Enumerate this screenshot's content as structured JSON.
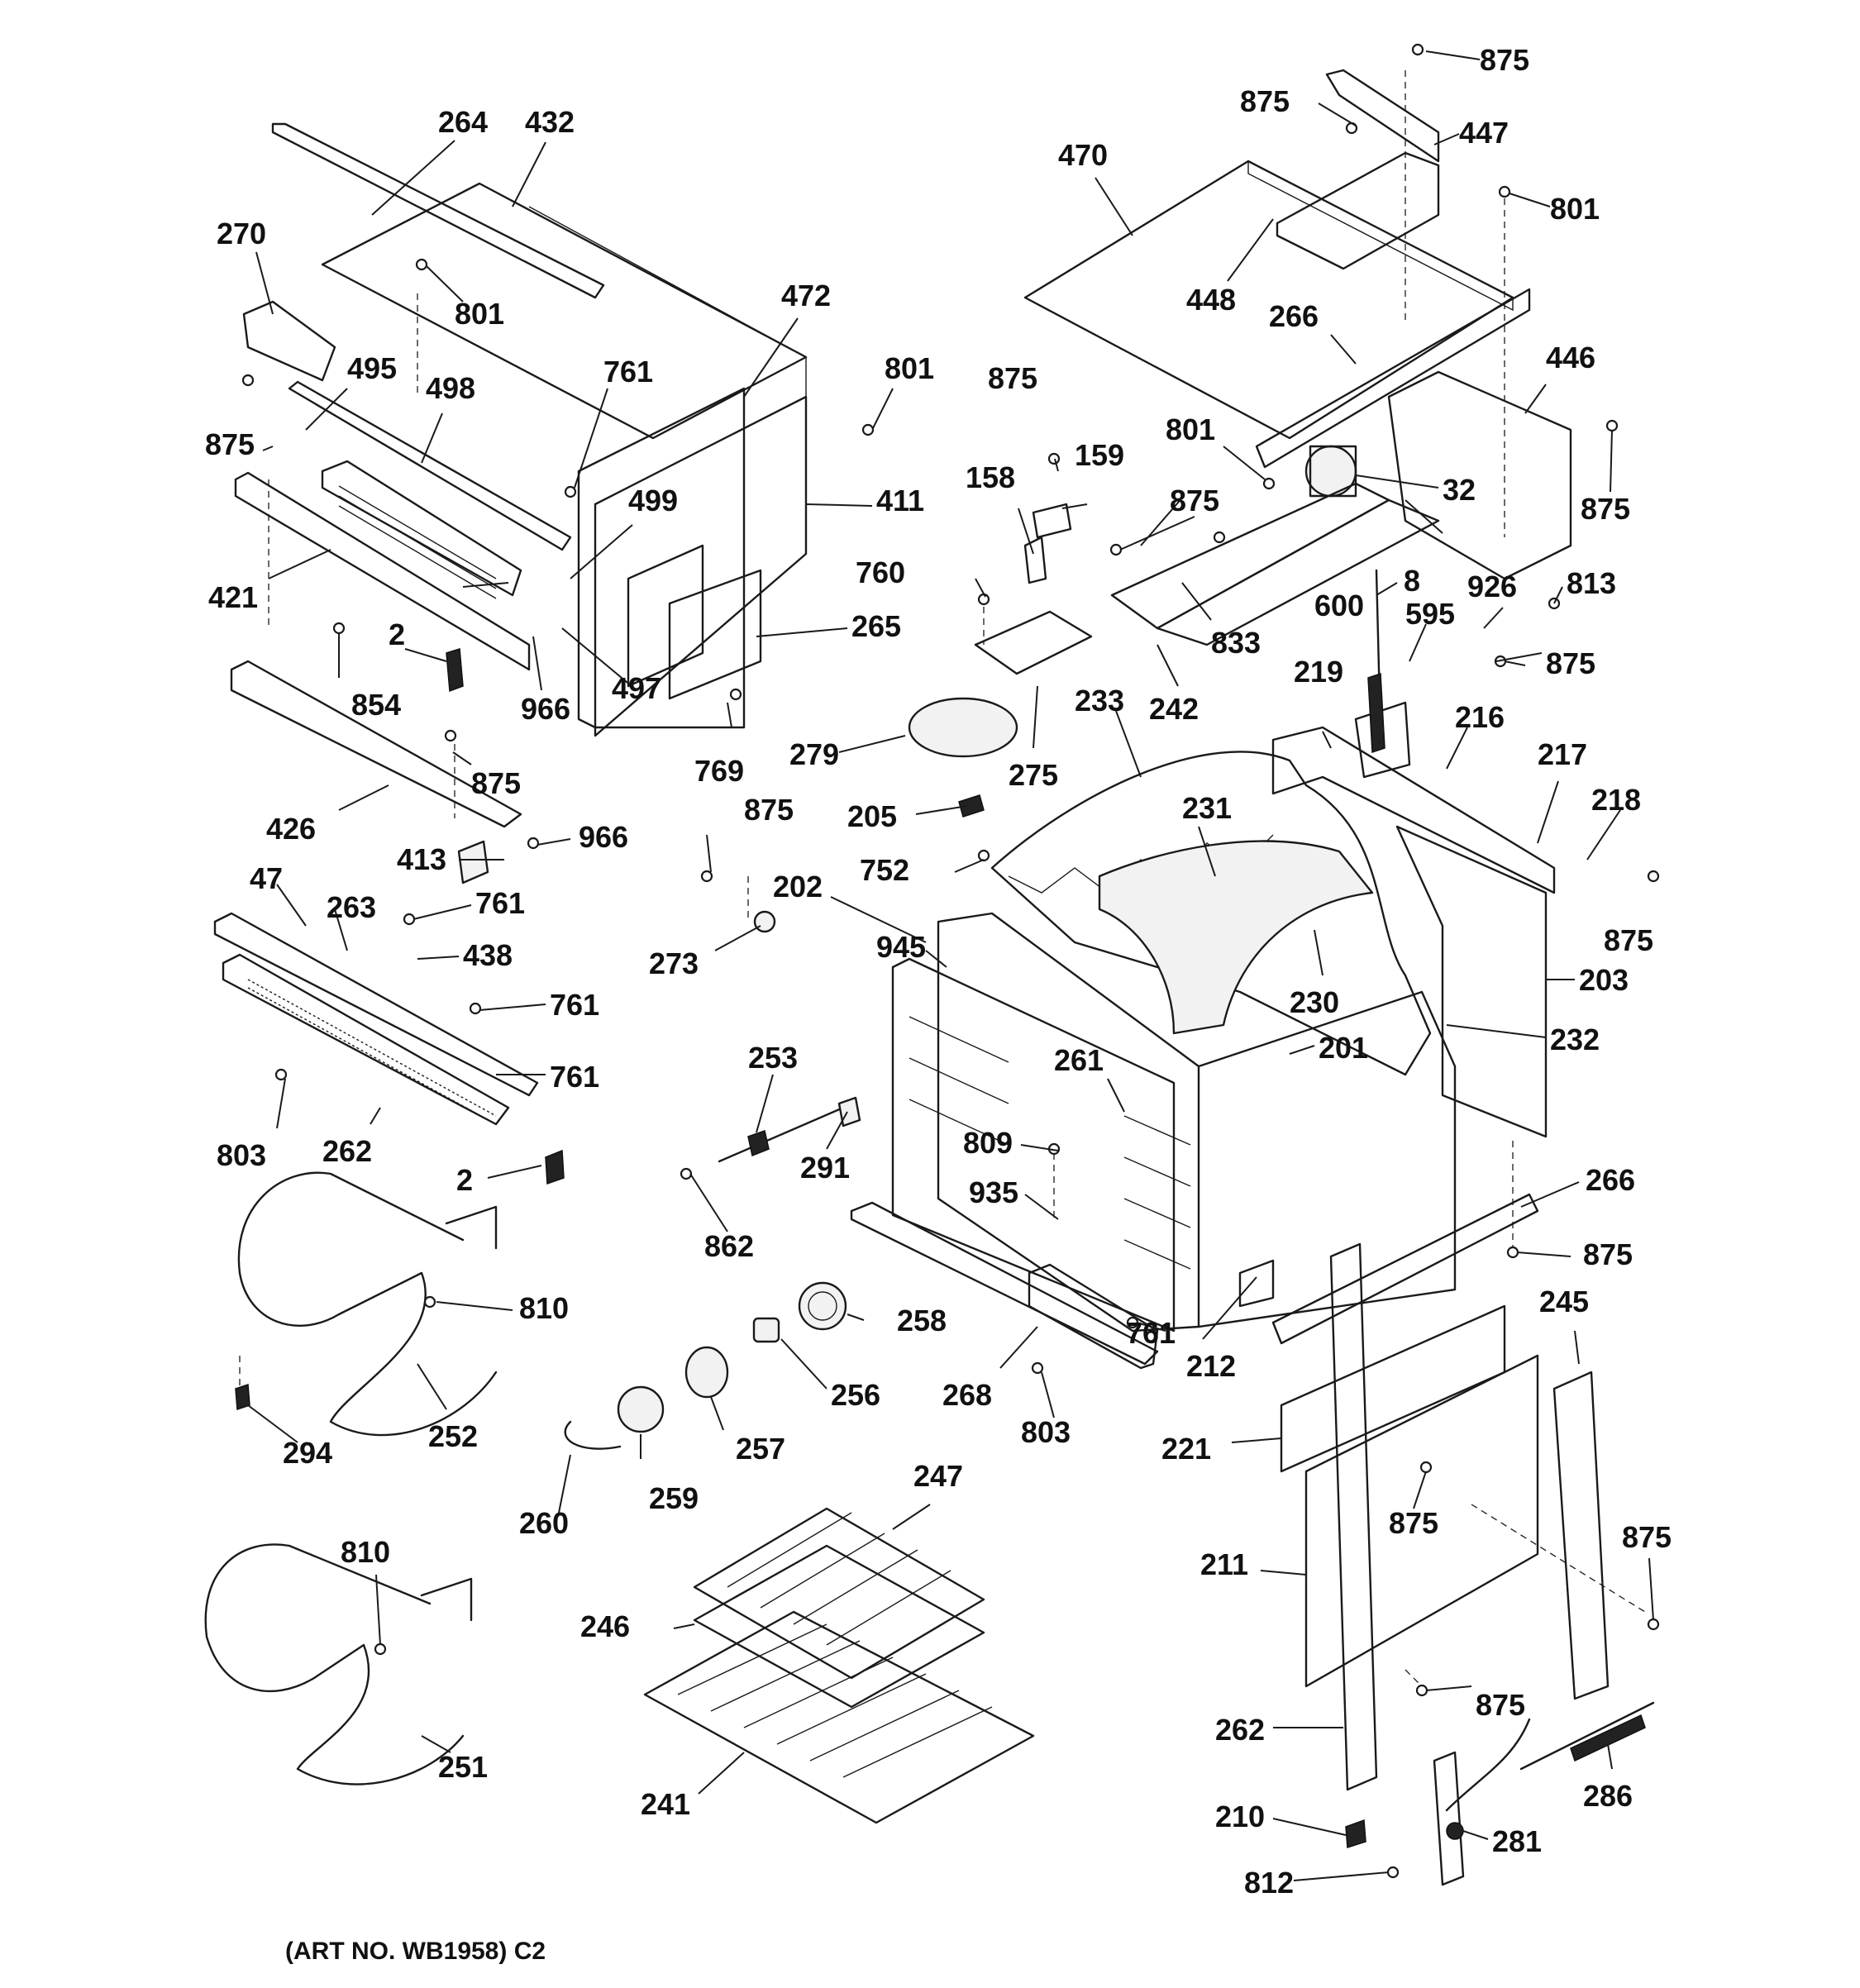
{
  "caption": "(ART NO. WB1958) C2",
  "labels": [
    "875",
    "875",
    "447",
    "470",
    "801",
    "264",
    "432",
    "448",
    "266",
    "270",
    "801",
    "446",
    "472",
    "495",
    "498",
    "761",
    "801",
    "875",
    "801",
    "875",
    "875",
    "159",
    "32",
    "158",
    "875",
    "411",
    "499",
    "421",
    "760",
    "8",
    "926",
    "813",
    "600",
    "595",
    "875",
    "265",
    "2",
    "854",
    "966",
    "497",
    "233",
    "219",
    "216",
    "242",
    "833",
    "279",
    "769",
    "275",
    "217",
    "875",
    "426",
    "231",
    "218",
    "966",
    "205",
    "875",
    "413",
    "752",
    "202",
    "875",
    "47",
    "263",
    "761",
    "273",
    "945",
    "438",
    "203",
    "761",
    "230",
    "232",
    "201",
    "761",
    "253",
    "261",
    "803",
    "262",
    "809",
    "291",
    "266",
    "2",
    "935",
    "862",
    "875",
    "245",
    "810",
    "258",
    "761",
    "212",
    "256",
    "268",
    "803",
    "252",
    "257",
    "221",
    "294",
    "259",
    "260",
    "247",
    "875",
    "875",
    "810",
    "211",
    "246",
    "875",
    "262",
    "286",
    "251",
    "241",
    "210",
    "281",
    "812"
  ]
}
